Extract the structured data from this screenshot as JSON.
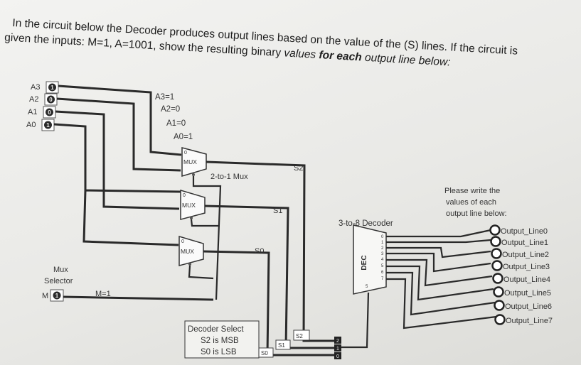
{
  "question": {
    "line1": "In the circuit below the Decoder produces output lines based on the value of the (S) lines. If the circuit is",
    "line2_start": "given the inputs: M=1, A=1001, show the resulting binary ",
    "line2_italic": "values ",
    "line2_bold": "for each",
    "line2_end": " output line below:"
  },
  "inputs": [
    {
      "label": "A3",
      "bit": "1"
    },
    {
      "label": "A2",
      "bit": "0"
    },
    {
      "label": "A1",
      "bit": "0"
    },
    {
      "label": "A0",
      "bit": "1"
    }
  ],
  "input_values": [
    "A3=1",
    "A2=0",
    "A1=0",
    "A0=1"
  ],
  "mux": {
    "label": "MUX",
    "pin": "0",
    "description": "2-to-1 Mux",
    "selector_label_line1": "Mux",
    "selector_label_line2": "Selector",
    "selector_input_label": "M",
    "selector_bit": "1",
    "selector_value": "M=1"
  },
  "select_lines": {
    "s2": "S2",
    "s1": "S1",
    "s0": "S0"
  },
  "decoder": {
    "title": "3-to-8 Decoder",
    "label": "DEC",
    "pins_top": [
      "0",
      "1",
      "2",
      "3",
      "4",
      "5",
      "6",
      "7"
    ],
    "pin_bottom": "5",
    "select_note_title": "Decoder Select",
    "select_note_msb": "S2 is MSB",
    "select_note_lsb": "S0 is LSB",
    "input_bits": [
      "2",
      "1",
      "0"
    ]
  },
  "instruction": {
    "line1": "Please write the",
    "line2": "values of each",
    "line3": "output line below:"
  },
  "outputs": [
    "Output_Line0",
    "Output_Line1",
    "Output_Line2",
    "Output_Line3",
    "Output_Line4",
    "Output_Line5",
    "Output_Line6",
    "Output_Line7"
  ]
}
